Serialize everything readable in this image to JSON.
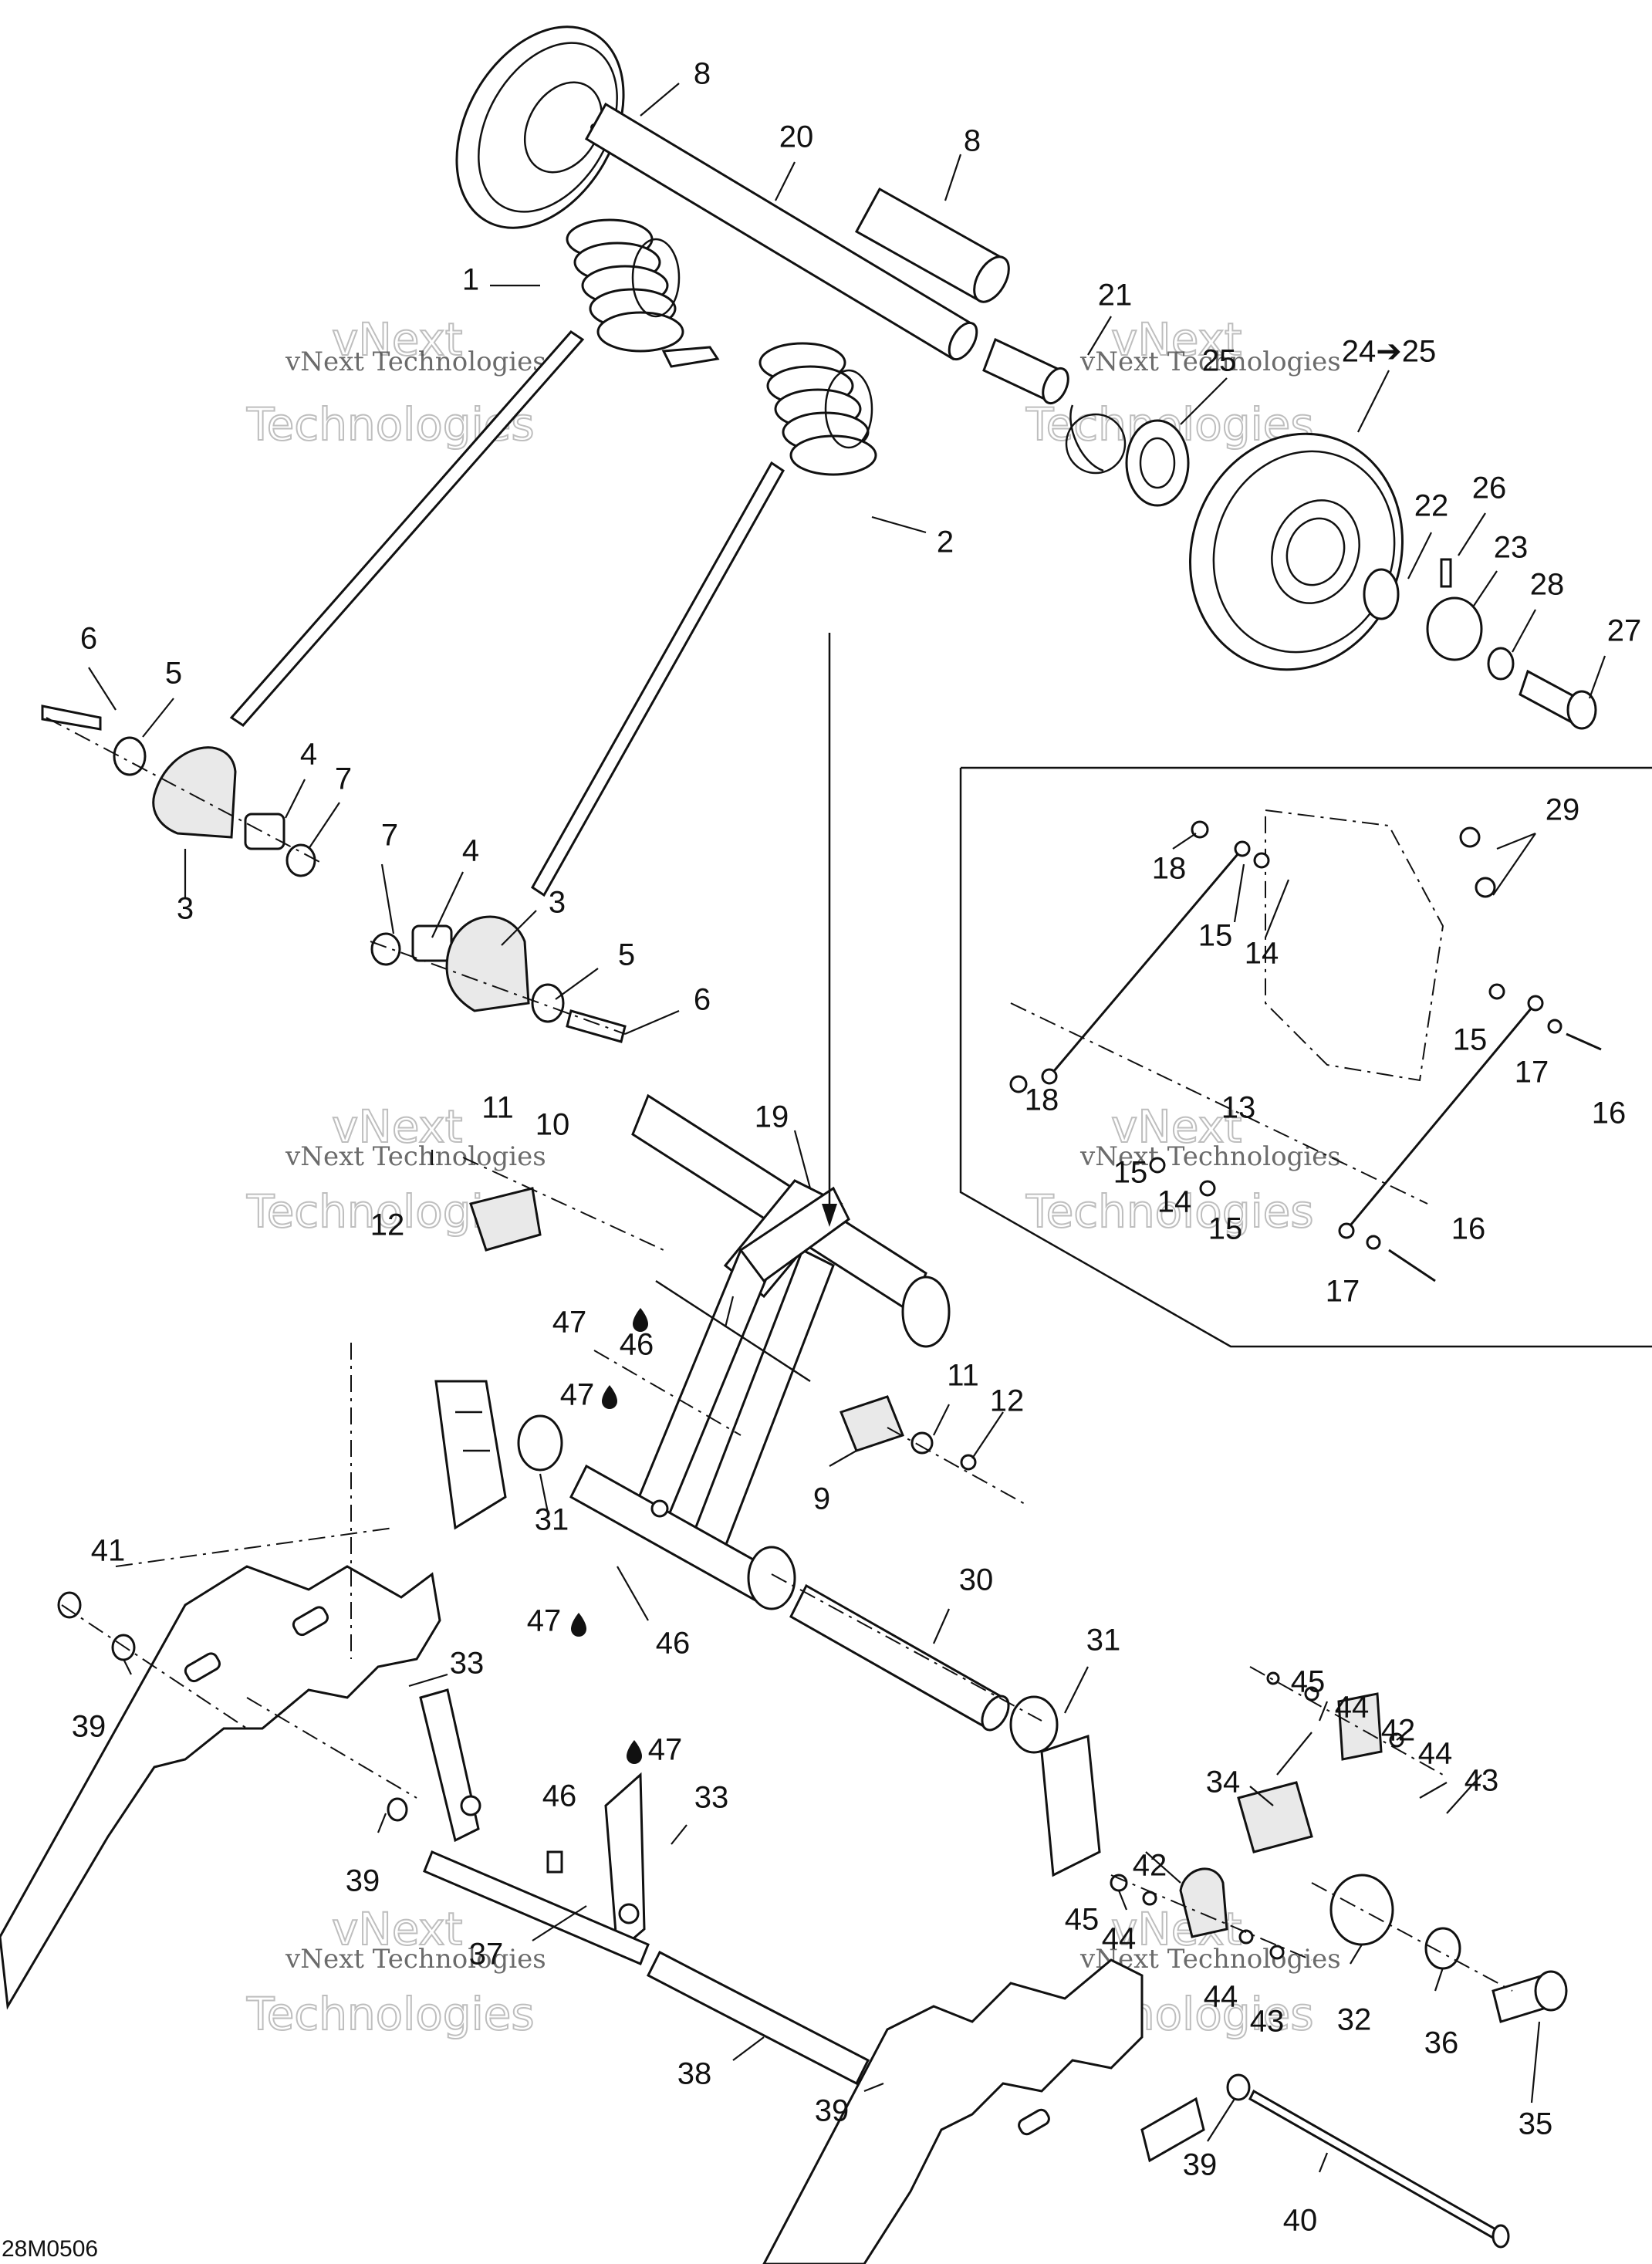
{
  "diagram_code": "28M0506",
  "watermark": {
    "line1": "vNext Technologies",
    "line2": "vNext",
    "line3": "Technologies"
  },
  "callouts": [
    {
      "id": "c8a",
      "label": "8"
    },
    {
      "id": "c20",
      "label": "20"
    },
    {
      "id": "c8b",
      "label": "8"
    },
    {
      "id": "c1",
      "label": "1"
    },
    {
      "id": "c21",
      "label": "21"
    },
    {
      "id": "c25",
      "label": "25"
    },
    {
      "id": "c24",
      "label": "24➔25"
    },
    {
      "id": "c2",
      "label": "2"
    },
    {
      "id": "c22",
      "label": "22"
    },
    {
      "id": "c26",
      "label": "26"
    },
    {
      "id": "c23",
      "label": "23"
    },
    {
      "id": "c28",
      "label": "28"
    },
    {
      "id": "c27",
      "label": "27"
    },
    {
      "id": "c6a",
      "label": "6"
    },
    {
      "id": "c5a",
      "label": "5"
    },
    {
      "id": "c4a",
      "label": "4"
    },
    {
      "id": "c7a",
      "label": "7"
    },
    {
      "id": "c3a",
      "label": "3"
    },
    {
      "id": "c7b",
      "label": "7"
    },
    {
      "id": "c4b",
      "label": "4"
    },
    {
      "id": "c3b",
      "label": "3"
    },
    {
      "id": "c5b",
      "label": "5"
    },
    {
      "id": "c6b",
      "label": "6"
    },
    {
      "id": "c29",
      "label": "29"
    },
    {
      "id": "c18a",
      "label": "18"
    },
    {
      "id": "c15a",
      "label": "15"
    },
    {
      "id": "c14a",
      "label": "14"
    },
    {
      "id": "c15b",
      "label": "15"
    },
    {
      "id": "c17a",
      "label": "17"
    },
    {
      "id": "c16a",
      "label": "16"
    },
    {
      "id": "c18b",
      "label": "18"
    },
    {
      "id": "c13",
      "label": "13"
    },
    {
      "id": "c15c",
      "label": "15"
    },
    {
      "id": "c14b",
      "label": "14"
    },
    {
      "id": "c15d",
      "label": "15"
    },
    {
      "id": "c16b",
      "label": "16"
    },
    {
      "id": "c17b",
      "label": "17"
    },
    {
      "id": "c11a",
      "label": "11"
    },
    {
      "id": "c10",
      "label": "10"
    },
    {
      "id": "c12a",
      "label": "12"
    },
    {
      "id": "c19",
      "label": "19"
    },
    {
      "id": "c47a",
      "label": "47"
    },
    {
      "id": "c46a",
      "label": "46"
    },
    {
      "id": "c47b",
      "label": "47"
    },
    {
      "id": "c11b",
      "label": "11"
    },
    {
      "id": "c12b",
      "label": "12"
    },
    {
      "id": "c9",
      "label": "9"
    },
    {
      "id": "c31a",
      "label": "31"
    },
    {
      "id": "c41",
      "label": "41"
    },
    {
      "id": "c47c",
      "label": "47"
    },
    {
      "id": "c46b",
      "label": "46"
    },
    {
      "id": "c30",
      "label": "30"
    },
    {
      "id": "c31b",
      "label": "31"
    },
    {
      "id": "c39a",
      "label": "39"
    },
    {
      "id": "c33a",
      "label": "33"
    },
    {
      "id": "c47d",
      "label": "47"
    },
    {
      "id": "c45a",
      "label": "45"
    },
    {
      "id": "c44a",
      "label": "44"
    },
    {
      "id": "c42a",
      "label": "42"
    },
    {
      "id": "c44b",
      "label": "44"
    },
    {
      "id": "c43a",
      "label": "43"
    },
    {
      "id": "c46c",
      "label": "46"
    },
    {
      "id": "c33b",
      "label": "33"
    },
    {
      "id": "c34",
      "label": "34"
    },
    {
      "id": "c42b",
      "label": "42"
    },
    {
      "id": "c39b",
      "label": "39"
    },
    {
      "id": "c45b",
      "label": "45"
    },
    {
      "id": "c44c",
      "label": "44"
    },
    {
      "id": "c37",
      "label": "37"
    },
    {
      "id": "c44d",
      "label": "44"
    },
    {
      "id": "c43b",
      "label": "43"
    },
    {
      "id": "c32",
      "label": "32"
    },
    {
      "id": "c36",
      "label": "36"
    },
    {
      "id": "c35",
      "label": "35"
    },
    {
      "id": "c38",
      "label": "38"
    },
    {
      "id": "c39c",
      "label": "39"
    },
    {
      "id": "c39d",
      "label": "39"
    },
    {
      "id": "c40",
      "label": "40"
    }
  ]
}
